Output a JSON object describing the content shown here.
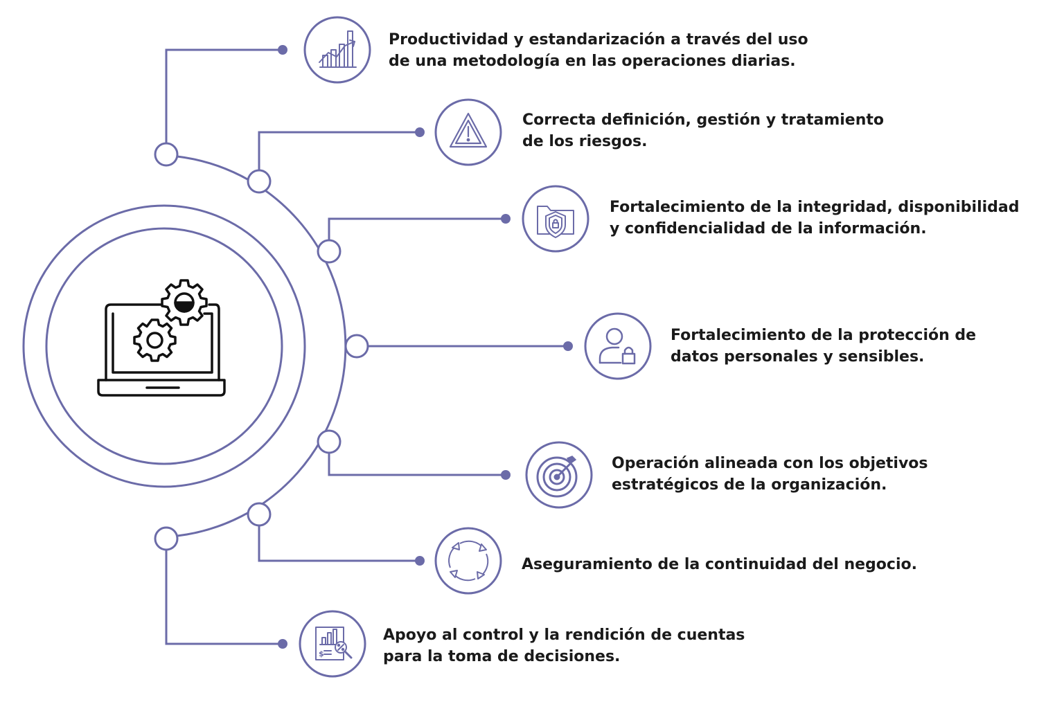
{
  "colors": {
    "accent": "#6b6ba8",
    "text": "#1a1a1a",
    "icon_dark": "#111111"
  },
  "center": {
    "icon": "laptop-gears-icon"
  },
  "benefits": [
    {
      "icon": "growth-chart-icon",
      "lines": [
        "Productividad y estandarización a través del uso",
        "de una metodología en las operaciones diarias."
      ]
    },
    {
      "icon": "warning-triangle-icon",
      "lines": [
        "Correcta definición, gestión y tratamiento",
        "de los riesgos."
      ]
    },
    {
      "icon": "folder-shield-icon",
      "lines": [
        "Fortalecimiento de la integridad, disponibilidad",
        "y confidencialidad de la información."
      ]
    },
    {
      "icon": "user-lock-icon",
      "lines": [
        "Fortalecimiento de la protección de",
        "datos personales y sensibles."
      ]
    },
    {
      "icon": "target-arrow-icon",
      "lines": [
        "Operación alineada con los objetivos",
        "estratégicos de la organización."
      ]
    },
    {
      "icon": "cycle-arrows-icon",
      "lines": [
        "Aseguramiento de la continuidad del negocio."
      ]
    },
    {
      "icon": "report-analysis-icon",
      "lines": [
        "Apoyo al control y la rendición de cuentas",
        "para la toma de decisiones."
      ]
    }
  ]
}
